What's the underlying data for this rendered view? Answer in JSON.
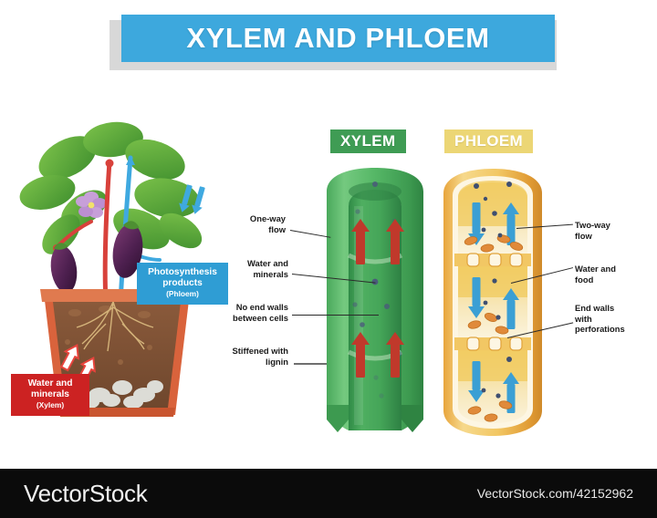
{
  "title": "XYLEM AND PHLOEM",
  "colors": {
    "title_banner": "#3da8dd",
    "title_shadow": "#d8d8d8",
    "xylem_badge": "#3f9c54",
    "phloem_badge": "#ecd675",
    "xylem_arrow": "#c0392b",
    "phloem_arrow": "#3b9fd4",
    "plant_label_water": "#cc2222",
    "plant_label_photo": "#2f9dd4",
    "footer_bg": "#0b0b0b"
  },
  "tubes": {
    "xylem": {
      "badge": "XYLEM"
    },
    "phloem": {
      "badge": "PHLOEM"
    }
  },
  "labels_left": [
    {
      "name": "one-way-flow",
      "lines": [
        "One-way",
        "flow"
      ]
    },
    {
      "name": "water-minerals",
      "lines": [
        "Water and",
        "minerals"
      ]
    },
    {
      "name": "no-end-walls",
      "lines": [
        "No end walls",
        "between cells"
      ]
    },
    {
      "name": "stiffened-lignin",
      "lines": [
        "Stiffened with",
        "lignin"
      ]
    }
  ],
  "labels_right": [
    {
      "name": "two-way-flow",
      "lines": [
        "Two-way",
        "flow"
      ]
    },
    {
      "name": "water-food",
      "lines": [
        "Water and",
        "food"
      ]
    },
    {
      "name": "end-walls-perf",
      "lines": [
        "End walls",
        "with",
        "perforations"
      ]
    }
  ],
  "plant_labels": {
    "photosynthesis": {
      "line1": "Photosynthesis",
      "line2": "products",
      "sub": "(Phloem)"
    },
    "water": {
      "line1": "Water and",
      "line2": "minerals",
      "sub": "(Xylem)"
    }
  },
  "footer": {
    "brand": "VectorStock",
    "url": "VectorStock.com/42152962"
  }
}
